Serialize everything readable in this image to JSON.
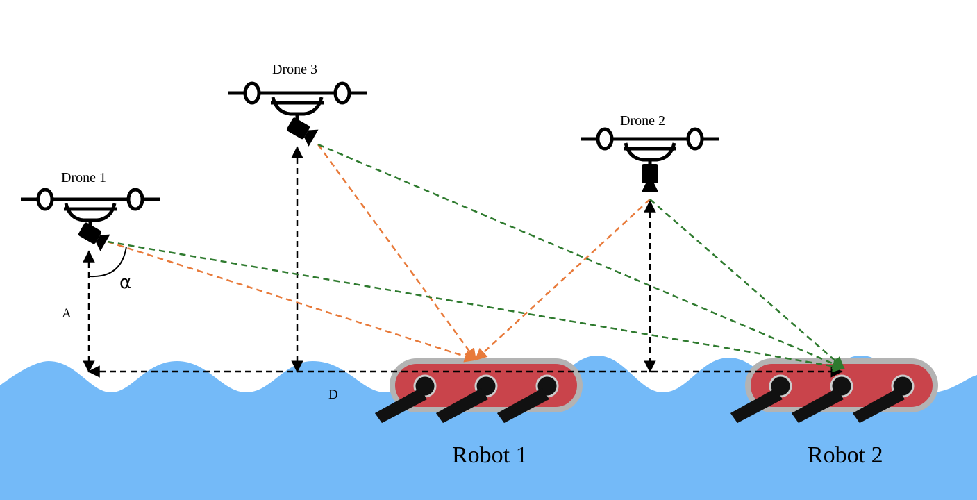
{
  "drones": [
    {
      "id": "drone1",
      "label": "Drone 1"
    },
    {
      "id": "drone3",
      "label": "Drone 3"
    },
    {
      "id": "drone2",
      "label": "Drone 2"
    }
  ],
  "robots": [
    {
      "id": "robot1",
      "label": "Robot 1"
    },
    {
      "id": "robot2",
      "label": "Robot 2"
    }
  ],
  "annotations": {
    "altitude": "A",
    "distance": "D",
    "angle": "α"
  },
  "colors": {
    "water": "#74baf8",
    "robot_body": "#c9444b",
    "robot_outline": "#b3b3b3",
    "ray_orange": "#e87a3a",
    "ray_green": "#2e7a2e",
    "ink": "#000000"
  }
}
